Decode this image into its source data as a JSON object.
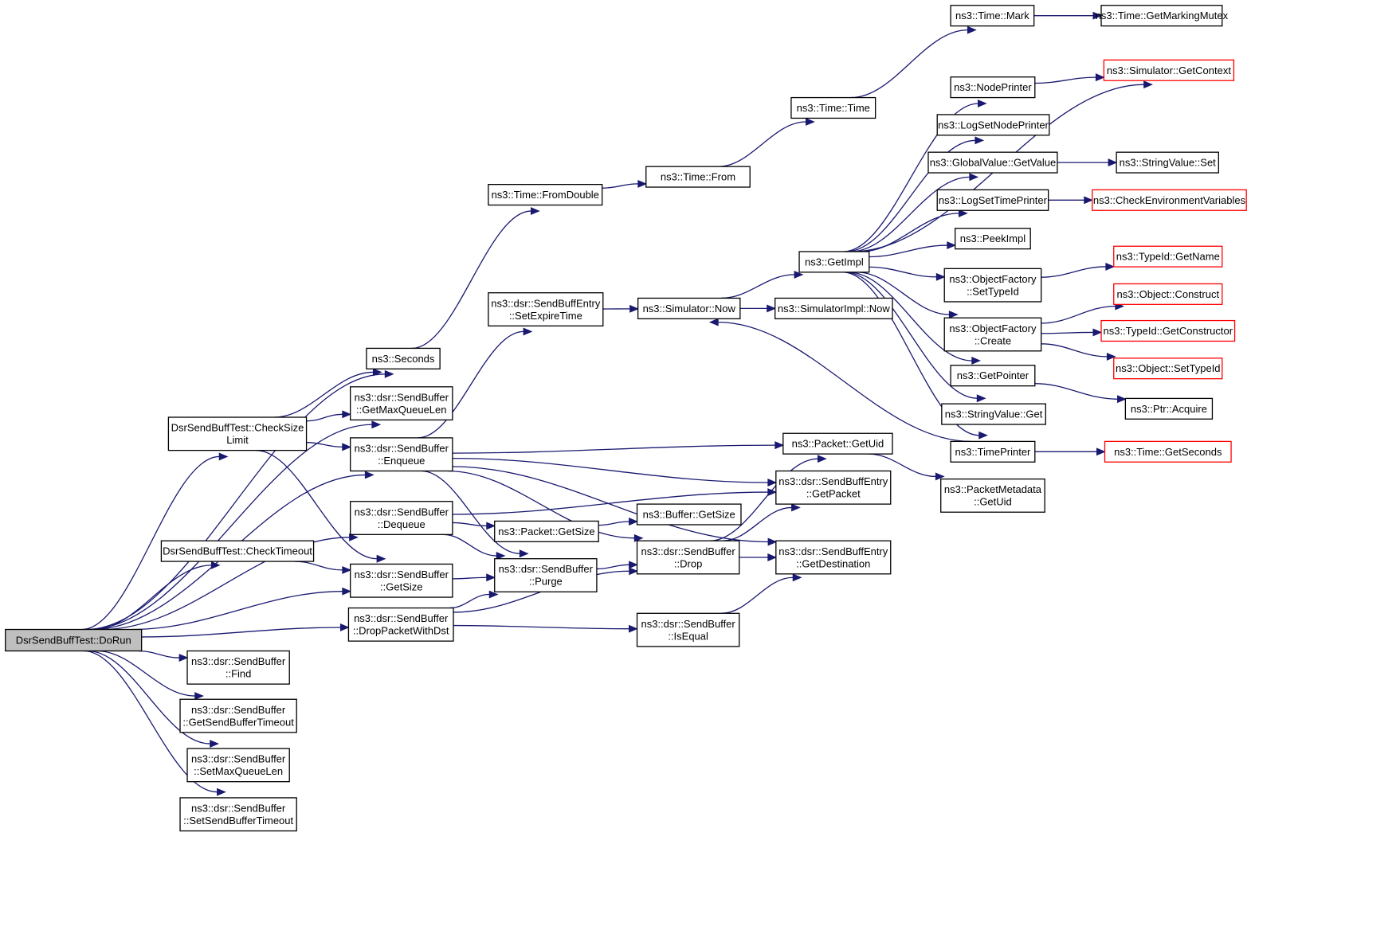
{
  "graph": {
    "colors": {
      "edge": "#191970",
      "border": "#000000",
      "truncated_border": "#ff0000",
      "root_fill": "#bfbfbf"
    },
    "nodes": [
      {
        "id": "dorun",
        "lines": [
          "DsrSendBuffTest::DoRun"
        ],
        "style": "root"
      },
      {
        "id": "seconds",
        "lines": [
          "ns3::Seconds"
        ]
      },
      {
        "id": "getmaxqueuelen",
        "lines": [
          "ns3::dsr::SendBuffer",
          "::GetMaxQueueLen"
        ]
      },
      {
        "id": "checksizelimit",
        "lines": [
          "DsrSendBuffTest::CheckSize",
          "Limit"
        ]
      },
      {
        "id": "enqueue",
        "lines": [
          "ns3::dsr::SendBuffer",
          "::Enqueue"
        ]
      },
      {
        "id": "dequeue",
        "lines": [
          "ns3::dsr::SendBuffer",
          "::Dequeue"
        ]
      },
      {
        "id": "checktimeout",
        "lines": [
          "DsrSendBuffTest::CheckTimeout"
        ]
      },
      {
        "id": "sb_getsize",
        "lines": [
          "ns3::dsr::SendBuffer",
          "::GetSize"
        ]
      },
      {
        "id": "droppacketwithdst",
        "lines": [
          "ns3::dsr::SendBuffer",
          "::DropPacketWithDst"
        ]
      },
      {
        "id": "find",
        "lines": [
          "ns3::dsr::SendBuffer",
          "::Find"
        ]
      },
      {
        "id": "getsendbuffertimeout",
        "lines": [
          "ns3::dsr::SendBuffer",
          "::GetSendBufferTimeout"
        ]
      },
      {
        "id": "setmaxqueuelen",
        "lines": [
          "ns3::dsr::SendBuffer",
          "::SetMaxQueueLen"
        ]
      },
      {
        "id": "setsendbuffertimeout",
        "lines": [
          "ns3::dsr::SendBuffer",
          "::SetSendBufferTimeout"
        ]
      },
      {
        "id": "fromdouble",
        "lines": [
          "ns3::Time::FromDouble"
        ]
      },
      {
        "id": "setexpiretime",
        "lines": [
          "ns3::dsr::SendBuffEntry",
          "::SetExpireTime"
        ]
      },
      {
        "id": "packet_getsize",
        "lines": [
          "ns3::Packet::GetSize"
        ]
      },
      {
        "id": "purge",
        "lines": [
          "ns3::dsr::SendBuffer",
          "::Purge"
        ]
      },
      {
        "id": "from",
        "lines": [
          "ns3::Time::From"
        ]
      },
      {
        "id": "simnow",
        "lines": [
          "ns3::Simulator::Now"
        ]
      },
      {
        "id": "buffer_getsize",
        "lines": [
          "ns3::Buffer::GetSize"
        ]
      },
      {
        "id": "drop",
        "lines": [
          "ns3::dsr::SendBuffer",
          "::Drop"
        ]
      },
      {
        "id": "isequal",
        "lines": [
          "ns3::dsr::SendBuffer",
          "::IsEqual"
        ]
      },
      {
        "id": "timetime",
        "lines": [
          "ns3::Time::Time"
        ]
      },
      {
        "id": "getuid",
        "lines": [
          "ns3::Packet::GetUid"
        ]
      },
      {
        "id": "getpacket",
        "lines": [
          "ns3::dsr::SendBuffEntry",
          "::GetPacket"
        ]
      },
      {
        "id": "getdestination",
        "lines": [
          "ns3::dsr::SendBuffEntry",
          "::GetDestination"
        ]
      },
      {
        "id": "simimplnow",
        "lines": [
          "ns3::SimulatorImpl::Now"
        ]
      },
      {
        "id": "getimpl",
        "lines": [
          "ns3::GetImpl"
        ]
      },
      {
        "id": "timemark",
        "lines": [
          "ns3::Time::Mark"
        ]
      },
      {
        "id": "nodeprinter",
        "lines": [
          "ns3::NodePrinter"
        ]
      },
      {
        "id": "logsetnodeprinter",
        "lines": [
          "ns3::LogSetNodePrinter"
        ]
      },
      {
        "id": "globalvalue_getvalue",
        "lines": [
          "ns3::GlobalValue::GetValue"
        ]
      },
      {
        "id": "logsettimeprinter",
        "lines": [
          "ns3::LogSetTimePrinter"
        ]
      },
      {
        "id": "peekimpl",
        "lines": [
          "ns3::PeekImpl"
        ]
      },
      {
        "id": "of_settypeid",
        "lines": [
          "ns3::ObjectFactory",
          "::SetTypeId"
        ]
      },
      {
        "id": "of_create",
        "lines": [
          "ns3::ObjectFactory",
          "::Create"
        ]
      },
      {
        "id": "getpointer",
        "lines": [
          "ns3::GetPointer"
        ]
      },
      {
        "id": "stringvalue_get",
        "lines": [
          "ns3::StringValue::Get"
        ]
      },
      {
        "id": "timeprinter",
        "lines": [
          "ns3::TimePrinter"
        ]
      },
      {
        "id": "pm_getuid",
        "lines": [
          "ns3::PacketMetadata",
          "::GetUid"
        ]
      },
      {
        "id": "getmarkingmutex",
        "lines": [
          "ns3::Time::GetMarkingMutex"
        ]
      },
      {
        "id": "getcontext",
        "lines": [
          "ns3::Simulator::GetContext"
        ],
        "style": "red"
      },
      {
        "id": "stringvalue_set",
        "lines": [
          "ns3::StringValue::Set"
        ]
      },
      {
        "id": "checkenv",
        "lines": [
          "ns3::CheckEnvironmentVariables"
        ],
        "style": "red"
      },
      {
        "id": "typeid_getname",
        "lines": [
          "ns3::TypeId::GetName"
        ],
        "style": "red"
      },
      {
        "id": "object_construct",
        "lines": [
          "ns3::Object::Construct"
        ],
        "style": "red"
      },
      {
        "id": "typeid_getconstructor",
        "lines": [
          "ns3::TypeId::GetConstructor"
        ],
        "style": "red"
      },
      {
        "id": "object_settypeid",
        "lines": [
          "ns3::Object::SetTypeId"
        ],
        "style": "red"
      },
      {
        "id": "ptr_acquire",
        "lines": [
          "ns3::Ptr::Acquire"
        ]
      },
      {
        "id": "time_getseconds",
        "lines": [
          "ns3::Time::GetSeconds"
        ],
        "style": "red"
      }
    ],
    "edges": [
      [
        "dorun",
        "seconds"
      ],
      [
        "dorun",
        "getmaxqueuelen"
      ],
      [
        "dorun",
        "checksizelimit"
      ],
      [
        "dorun",
        "enqueue"
      ],
      [
        "dorun",
        "dequeue"
      ],
      [
        "dorun",
        "checktimeout"
      ],
      [
        "dorun",
        "sb_getsize"
      ],
      [
        "dorun",
        "droppacketwithdst"
      ],
      [
        "dorun",
        "find"
      ],
      [
        "dorun",
        "getsendbuffertimeout"
      ],
      [
        "dorun",
        "setmaxqueuelen"
      ],
      [
        "dorun",
        "setsendbuffertimeout"
      ],
      [
        "checksizelimit",
        "seconds"
      ],
      [
        "checksizelimit",
        "getmaxqueuelen"
      ],
      [
        "checksizelimit",
        "enqueue"
      ],
      [
        "checksizelimit",
        "sb_getsize"
      ],
      [
        "checktimeout",
        "sb_getsize"
      ],
      [
        "seconds",
        "fromdouble"
      ],
      [
        "fromdouble",
        "from"
      ],
      [
        "from",
        "timetime"
      ],
      [
        "timetime",
        "timemark"
      ],
      [
        "timemark",
        "getmarkingmutex"
      ],
      [
        "enqueue",
        "setexpiretime"
      ],
      [
        "enqueue",
        "getuid"
      ],
      [
        "enqueue",
        "getpacket"
      ],
      [
        "enqueue",
        "getdestination"
      ],
      [
        "enqueue",
        "drop"
      ],
      [
        "enqueue",
        "purge"
      ],
      [
        "dequeue",
        "getpacket"
      ],
      [
        "dequeue",
        "packet_getsize"
      ],
      [
        "dequeue",
        "purge"
      ],
      [
        "sb_getsize",
        "purge"
      ],
      [
        "droppacketwithdst",
        "purge"
      ],
      [
        "droppacketwithdst",
        "drop"
      ],
      [
        "droppacketwithdst",
        "isequal"
      ],
      [
        "setexpiretime",
        "simnow"
      ],
      [
        "packet_getsize",
        "buffer_getsize"
      ],
      [
        "purge",
        "drop"
      ],
      [
        "simnow",
        "getimpl"
      ],
      [
        "simnow",
        "simimplnow"
      ],
      [
        "drop",
        "getuid"
      ],
      [
        "drop",
        "getpacket"
      ],
      [
        "drop",
        "getdestination"
      ],
      [
        "isequal",
        "getdestination"
      ],
      [
        "getuid",
        "pm_getuid"
      ],
      [
        "getimpl",
        "getcontext"
      ],
      [
        "getimpl",
        "nodeprinter"
      ],
      [
        "getimpl",
        "logsetnodeprinter"
      ],
      [
        "getimpl",
        "globalvalue_getvalue"
      ],
      [
        "getimpl",
        "logsettimeprinter"
      ],
      [
        "getimpl",
        "peekimpl"
      ],
      [
        "getimpl",
        "of_settypeid"
      ],
      [
        "getimpl",
        "of_create"
      ],
      [
        "getimpl",
        "getpointer"
      ],
      [
        "getimpl",
        "stringvalue_get"
      ],
      [
        "getimpl",
        "timeprinter"
      ],
      [
        "nodeprinter",
        "getcontext"
      ],
      [
        "globalvalue_getvalue",
        "stringvalue_set"
      ],
      [
        "logsettimeprinter",
        "checkenv"
      ],
      [
        "of_settypeid",
        "typeid_getname"
      ],
      [
        "of_create",
        "object_construct"
      ],
      [
        "of_create",
        "typeid_getconstructor"
      ],
      [
        "of_create",
        "object_settypeid"
      ],
      [
        "getpointer",
        "ptr_acquire"
      ],
      [
        "timeprinter",
        "time_getseconds"
      ],
      [
        "timeprinter",
        "simnow"
      ]
    ]
  }
}
